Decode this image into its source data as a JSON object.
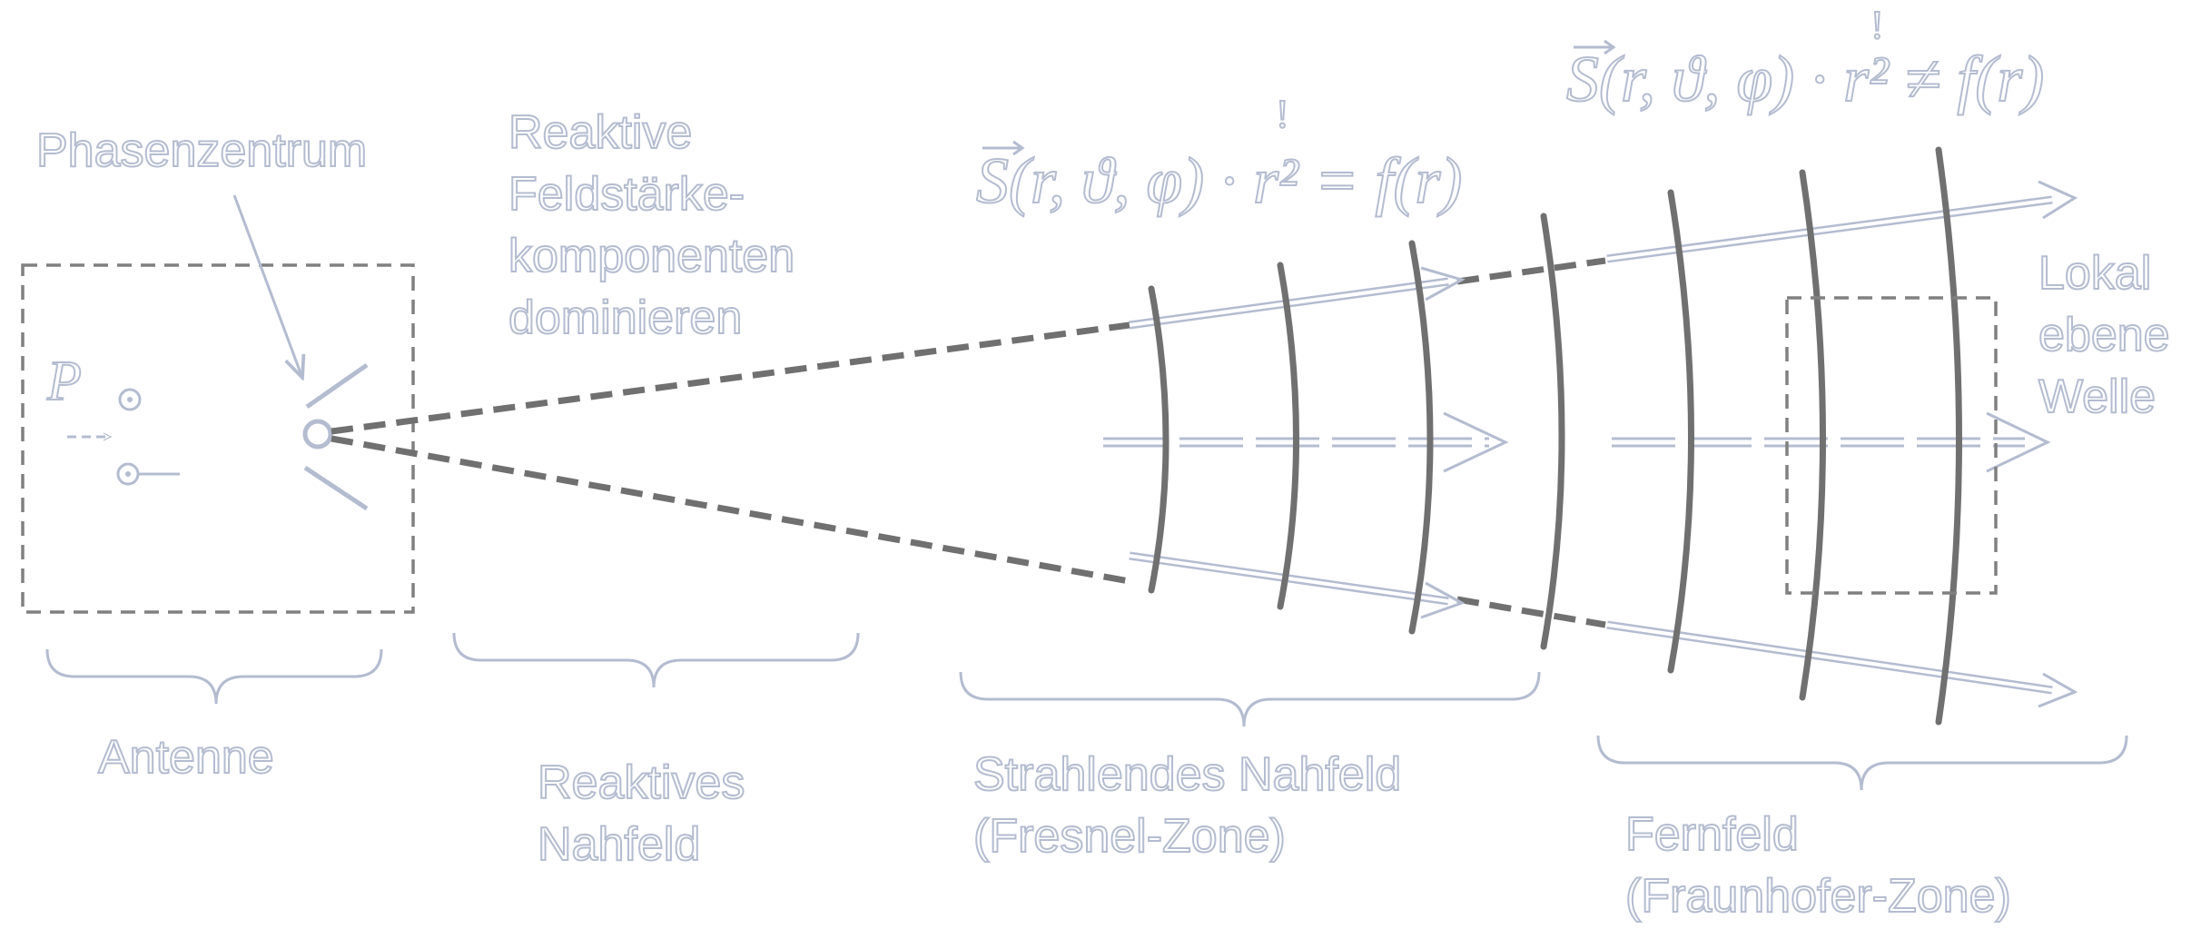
{
  "labels": {
    "phasenzentrum": "Phasenzentrum",
    "reaktive_line1": "Reaktive",
    "reaktive_line2": "Feldstärke-",
    "reaktive_line3": "komponenten",
    "reaktive_line4": "dominieren",
    "lokal_line1": "Lokal",
    "lokal_line2": "ebene",
    "lokal_line3": "Welle",
    "antenne": "Antenne",
    "reaktives_line1": "Reaktives",
    "reaktives_line2": "Nahfeld",
    "strahlendes_line1": "Strahlendes Nahfeld",
    "strahlendes_line2": "(Fresnel-Zone)",
    "fernfeld_line1": "Fernfeld",
    "fernfeld_line2": "(Fraunhofer-Zone)",
    "power_symbol": "P"
  },
  "formulas": {
    "near": "S(r, ϑ, φ) · r² = f(r)",
    "far": "S(r, ϑ, φ) · r² ≠ f(r)",
    "exclamation": "!"
  },
  "colors": {
    "text_outline": "#b4bcd0",
    "structure_gray": "#707070",
    "dashed_gray": "#808080",
    "brace_gray": "#b4bcd0"
  }
}
